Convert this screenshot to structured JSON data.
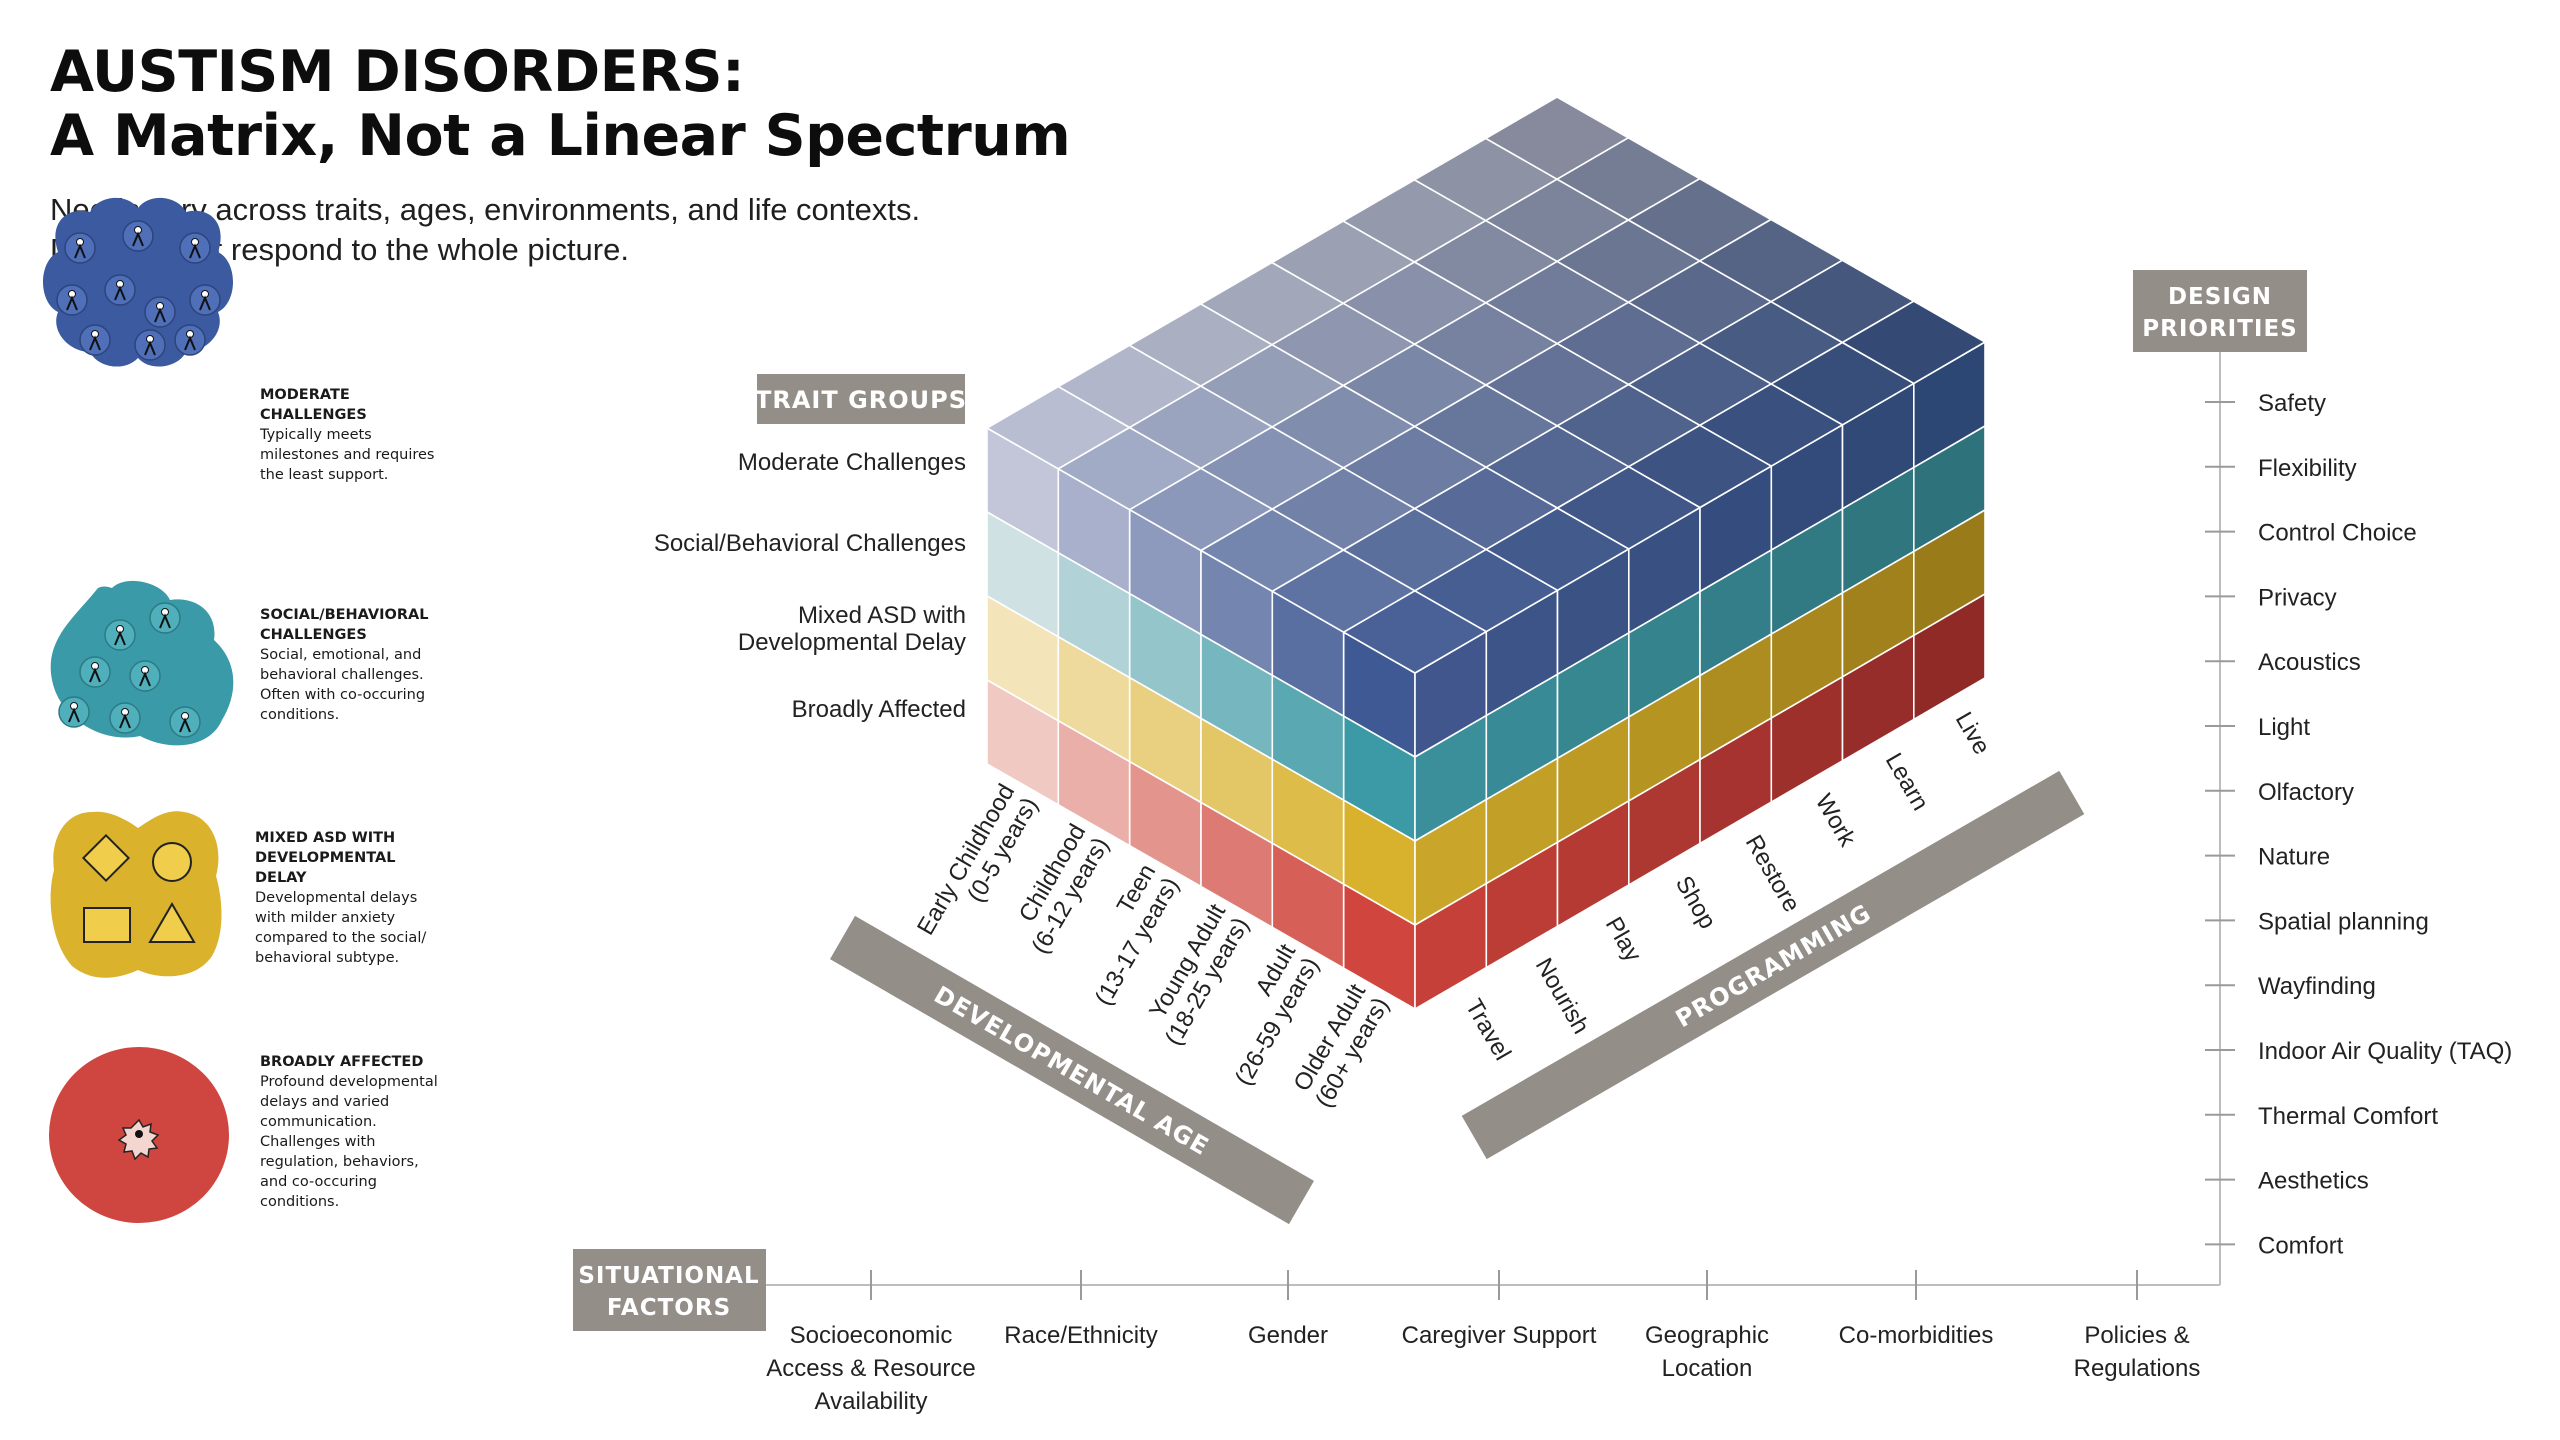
{
  "title_lines": [
    "AUSTISM DISORDERS:",
    "A Matrix, Not a Linear Spectrum"
  ],
  "subtitle_lines": [
    "Needs vary across traits, ages, environments, and life contexts.",
    "Design must respond to the whole picture."
  ],
  "legend": [
    {
      "title_lines": [
        "MODERATE",
        "CHALLENGES"
      ],
      "desc_lines": [
        "Typically meets",
        "milestones and requires",
        "the least support."
      ],
      "color": "#3b5aa0",
      "icon": "people-cluster-icon"
    },
    {
      "title_lines": [
        "SOCIAL/BEHAVIORAL",
        "CHALLENGES"
      ],
      "desc_lines": [
        "Social, emotional, and",
        "behavioral challenges.",
        "Often with co-occuring",
        "conditions."
      ],
      "color": "#3a9aa8",
      "icon": "people-cluster-icon"
    },
    {
      "title_lines": [
        "MIXED ASD WITH",
        "DEVELOPMENTAL",
        "DELAY"
      ],
      "desc_lines": [
        "Developmental delays",
        "with milder anxiety",
        "compared to the social/",
        "behavioral subtype."
      ],
      "color": "#dab22c",
      "icon": "shapes-icon"
    },
    {
      "title_lines": [
        "BROADLY AFFECTED"
      ],
      "desc_lines": [
        "Profound developmental",
        "delays and varied",
        "communication.",
        "Challenges with",
        "regulation, behaviors,",
        "and co-occuring",
        "conditions."
      ],
      "color": "#cf4641",
      "icon": "single-figure-icon"
    }
  ],
  "trait_groups": {
    "label": "TRAIT GROUPS",
    "items": [
      {
        "lines": [
          "Moderate Challenges"
        ]
      },
      {
        "lines": [
          "Social/Behavioral Challenges"
        ]
      },
      {
        "lines": [
          "Mixed ASD with",
          "Developmental Delay"
        ]
      },
      {
        "lines": [
          "Broadly Affected"
        ]
      }
    ]
  },
  "developmental_age": {
    "label": "DEVELOPMENTAL AGE",
    "items": [
      {
        "lines": [
          "Early Childhood",
          "(0-5 years)"
        ]
      },
      {
        "lines": [
          "Childhood",
          "(6-12 years)"
        ]
      },
      {
        "lines": [
          "Teen",
          "(13-17 years)"
        ]
      },
      {
        "lines": [
          "Young Adult",
          "(18-25 years)"
        ]
      },
      {
        "lines": [
          "Adult",
          "(26-59 years)"
        ]
      },
      {
        "lines": [
          "Older Adult",
          "(60+ years)"
        ]
      }
    ]
  },
  "programming": {
    "label": "PROGRAMMING",
    "items": [
      "Travel",
      "Nourish",
      "Play",
      "Shop",
      "Restore",
      "Work",
      "Learn",
      "Live"
    ]
  },
  "design_priorities": {
    "label_lines": [
      "DESIGN",
      "PRIORITIES"
    ],
    "items": [
      "Safety",
      "Flexibility",
      "Control Choice",
      "Privacy",
      "Acoustics",
      "Light",
      "Olfactory",
      "Nature",
      "Spatial planning",
      "Wayfinding",
      "Indoor Air Quality (TAQ)",
      "Thermal Comfort",
      "Aesthetics",
      "Comfort"
    ]
  },
  "situational_factors": {
    "label_lines": [
      "SITUATIONAL",
      "FACTORS"
    ],
    "items": [
      {
        "lines": [
          "Socioeconomic",
          "Access & Resource",
          "Availability"
        ]
      },
      {
        "lines": [
          "Race/Ethnicity"
        ]
      },
      {
        "lines": [
          "Gender"
        ]
      },
      {
        "lines": [
          "Caregiver Support"
        ]
      },
      {
        "lines": [
          "Geographic",
          "Location"
        ]
      },
      {
        "lines": [
          "Co-morbidities"
        ]
      },
      {
        "lines": [
          "Policies &",
          "Regulations"
        ]
      }
    ]
  },
  "colors": {
    "label_box": "#948e89",
    "axis_line": "#bdbdbd",
    "tick": "#9a9a9a",
    "layers": {
      "moderate_front": [
        "#c3c6d9",
        "#3f5994"
      ],
      "social_front": [
        "#cfe1e3",
        "#3b9aa6"
      ],
      "mixed_front": [
        "#f3e4b9",
        "#d9b22d"
      ],
      "broad_front": [
        "#efc9c2",
        "#d0453e"
      ],
      "moderate_side": [
        "#40568c",
        "#2d4774"
      ],
      "social_side": [
        "#3a8f9a",
        "#2e727b"
      ],
      "mixed_side": [
        "#c9a629",
        "#9a7b19"
      ],
      "broad_side": [
        "#c44039",
        "#8f2a27"
      ],
      "top_near": "#3f5993",
      "top_left": "#c7cadb",
      "top_right": "#2b426f",
      "top_far": "#8a8d9c"
    }
  }
}
